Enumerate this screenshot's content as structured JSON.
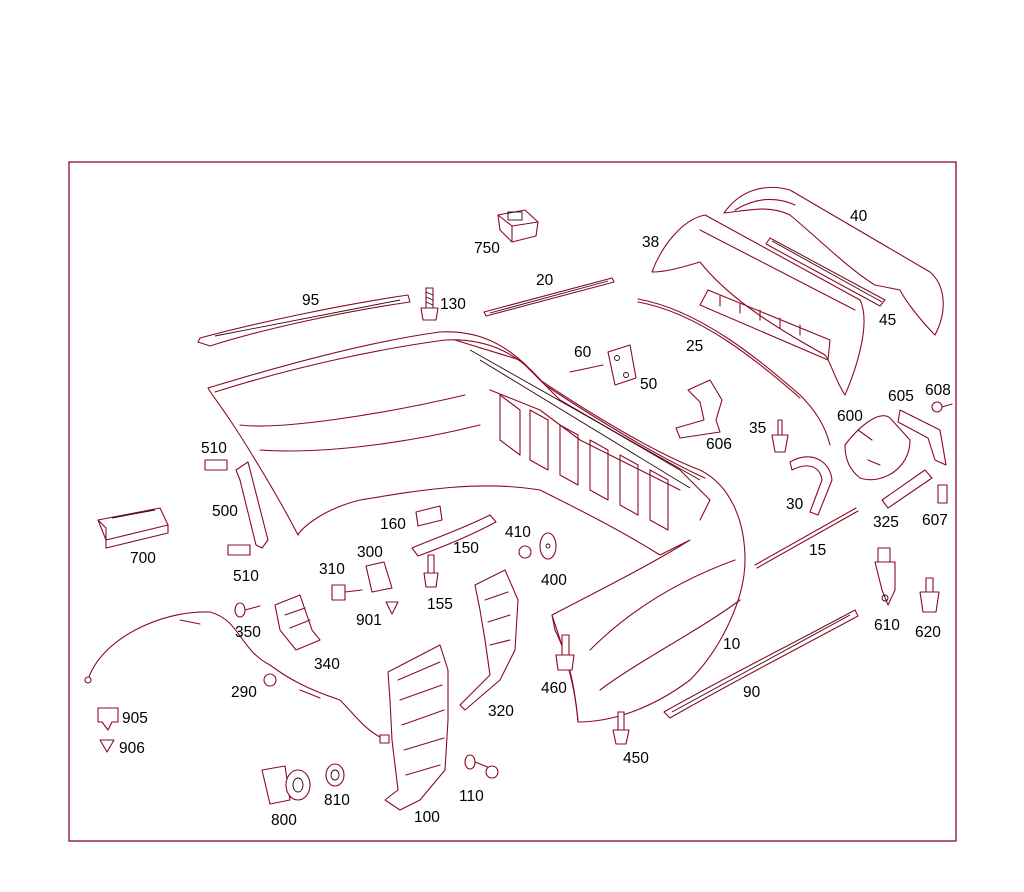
{
  "diagram": {
    "frame_color": "#8b0a25",
    "line_color": "#8b0a25",
    "background": "#ffffff",
    "labels": [
      {
        "key": "l40",
        "text": "40"
      },
      {
        "key": "l38",
        "text": "38"
      },
      {
        "key": "l750",
        "text": "750"
      },
      {
        "key": "l20",
        "text": "20"
      },
      {
        "key": "l95",
        "text": "95"
      },
      {
        "key": "l130",
        "text": "130"
      },
      {
        "key": "l45",
        "text": "45"
      },
      {
        "key": "l25",
        "text": "25"
      },
      {
        "key": "l60",
        "text": "60"
      },
      {
        "key": "l50",
        "text": "50"
      },
      {
        "key": "l605",
        "text": "605"
      },
      {
        "key": "l608",
        "text": "608"
      },
      {
        "key": "l600",
        "text": "600"
      },
      {
        "key": "l35",
        "text": "35"
      },
      {
        "key": "l606",
        "text": "606"
      },
      {
        "key": "l510a",
        "text": "510"
      },
      {
        "key": "l500",
        "text": "500"
      },
      {
        "key": "l30",
        "text": "30"
      },
      {
        "key": "l325",
        "text": "325"
      },
      {
        "key": "l607",
        "text": "607"
      },
      {
        "key": "l160",
        "text": "160"
      },
      {
        "key": "l150",
        "text": "150"
      },
      {
        "key": "l410",
        "text": "410"
      },
      {
        "key": "l15",
        "text": "15"
      },
      {
        "key": "l700",
        "text": "700"
      },
      {
        "key": "l300",
        "text": "300"
      },
      {
        "key": "l510b",
        "text": "510"
      },
      {
        "key": "l400",
        "text": "400"
      },
      {
        "key": "l310",
        "text": "310"
      },
      {
        "key": "l155",
        "text": "155"
      },
      {
        "key": "l901",
        "text": "901"
      },
      {
        "key": "l610",
        "text": "610"
      },
      {
        "key": "l620",
        "text": "620"
      },
      {
        "key": "l350",
        "text": "350"
      },
      {
        "key": "l10",
        "text": "10"
      },
      {
        "key": "l340",
        "text": "340"
      },
      {
        "key": "l460",
        "text": "460"
      },
      {
        "key": "l290",
        "text": "290"
      },
      {
        "key": "l90",
        "text": "90"
      },
      {
        "key": "l320",
        "text": "320"
      },
      {
        "key": "l905",
        "text": "905"
      },
      {
        "key": "l906",
        "text": "906"
      },
      {
        "key": "l450",
        "text": "450"
      },
      {
        "key": "l810",
        "text": "810"
      },
      {
        "key": "l110",
        "text": "110"
      },
      {
        "key": "l800",
        "text": "800"
      },
      {
        "key": "l100",
        "text": "100"
      }
    ]
  }
}
